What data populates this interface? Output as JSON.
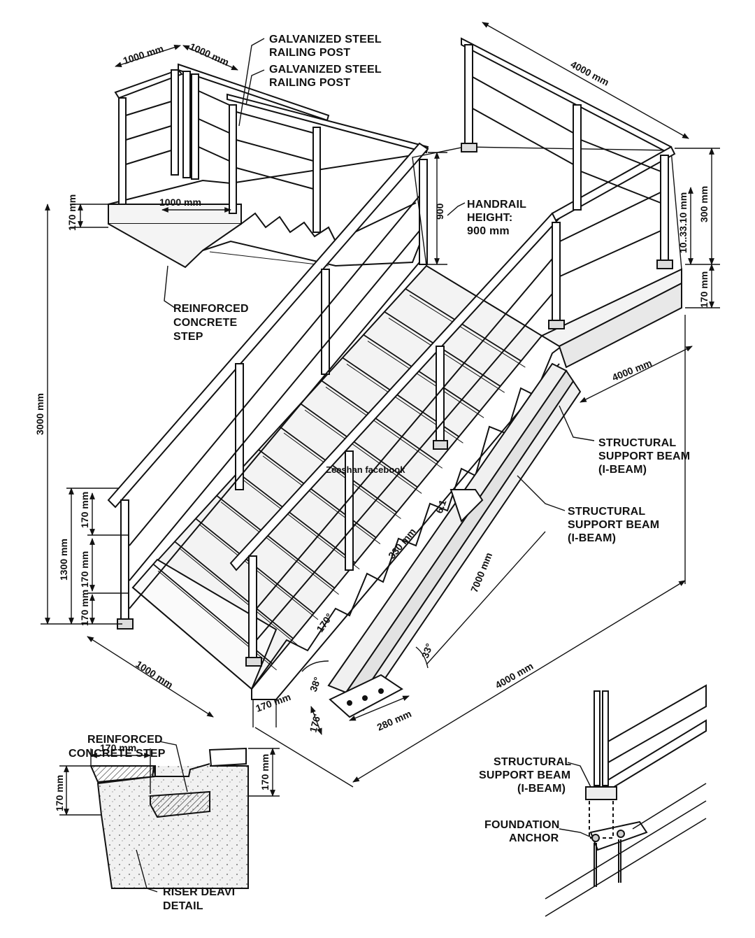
{
  "labels": {
    "railing_post_1": [
      "GALVANIZED STEEL",
      "RAILING POST"
    ],
    "railing_post_2": [
      "GALVANIZED STEEL",
      "RAILING POST"
    ],
    "concrete_step": [
      "REINFORCED",
      "CONCRETE",
      "STEP"
    ],
    "handrail_height": [
      "HANDRAIL",
      "HEIGHT:",
      "900 mm"
    ],
    "beam_1": [
      "STRUCTURAL",
      "SUPPORT BEAM",
      "(I-BEAM)"
    ],
    "beam_2": [
      "STRUCTURAL",
      "SUPPORT BEAM",
      "(I-BEAM)"
    ],
    "detail_step": [
      "REINFORCED",
      "CONCRETE STEP"
    ],
    "riser_detail": [
      "RISER DEAVI",
      "DETAIL"
    ],
    "detail_beam": [
      "STRUCTURAL",
      "SUPPORT BEAM",
      "(I-BEAM)"
    ],
    "foundation": [
      "FOUNDATION",
      "ANCHOR"
    ]
  },
  "dimensions": {
    "landing_w1": "1000 mm",
    "landing_w2": "1000 mm",
    "top_rail_len": "4000 mm",
    "landing_step_len": "1000 mm",
    "landing_thk": "170 mm",
    "rail_900": "900",
    "top_300": "300 mm",
    "top_mid": "10..33.10 mm",
    "top_170": "170 mm",
    "total_height": "3000 mm",
    "lower_height": "1300 mm",
    "riser_a": "170 mm",
    "riser_b": "170 mm",
    "riser_c": "170 mm",
    "base_width": "1000 mm",
    "base_170": "170 mm",
    "base_170b": "176'",
    "base_plate": "280 mm",
    "beam_len": "7000 mm",
    "tread_330": "330 mm",
    "riser_170deg": "170°",
    "angle_38": "38°",
    "angle_33": "33°",
    "beam_4000": "4000 mm",
    "bottom_4000": "4000 mm",
    "small_61": "6.1",
    "detail_170_top": "170 mm",
    "detail_170_left": "170 mm",
    "detail_170_tread": "170 mm"
  },
  "watermark": "Zeeshan facebook"
}
